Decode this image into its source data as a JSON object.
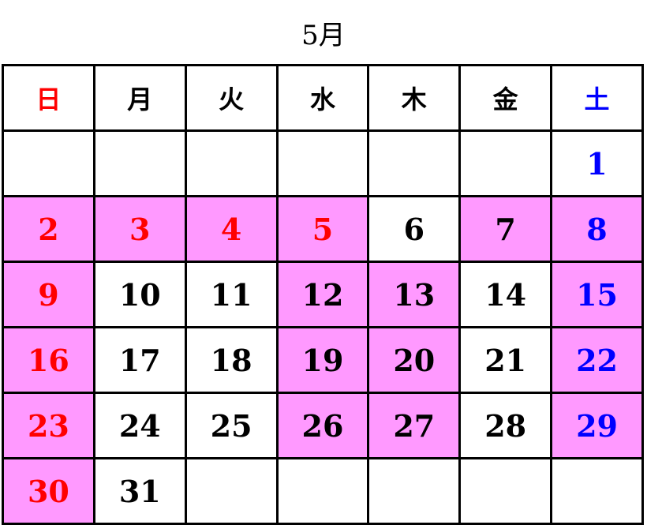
{
  "title": "5月",
  "colors": {
    "holiday_bg": "#ff99ff",
    "sunday": "#ff0000",
    "saturday": "#0000ff",
    "weekday": "#000000"
  },
  "weekdays": [
    {
      "label": "日",
      "color": "red"
    },
    {
      "label": "月",
      "color": "black"
    },
    {
      "label": "火",
      "color": "black"
    },
    {
      "label": "水",
      "color": "black"
    },
    {
      "label": "木",
      "color": "black"
    },
    {
      "label": "金",
      "color": "black"
    },
    {
      "label": "土",
      "color": "blue"
    }
  ],
  "weeks": [
    [
      {
        "day": "",
        "pink": false,
        "color": "black"
      },
      {
        "day": "",
        "pink": false,
        "color": "black"
      },
      {
        "day": "",
        "pink": false,
        "color": "black"
      },
      {
        "day": "",
        "pink": false,
        "color": "black"
      },
      {
        "day": "",
        "pink": false,
        "color": "black"
      },
      {
        "day": "",
        "pink": false,
        "color": "black"
      },
      {
        "day": "1",
        "pink": false,
        "color": "blue"
      }
    ],
    [
      {
        "day": "2",
        "pink": true,
        "color": "red"
      },
      {
        "day": "3",
        "pink": true,
        "color": "red"
      },
      {
        "day": "4",
        "pink": true,
        "color": "red"
      },
      {
        "day": "5",
        "pink": true,
        "color": "red"
      },
      {
        "day": "6",
        "pink": false,
        "color": "black"
      },
      {
        "day": "7",
        "pink": true,
        "color": "black"
      },
      {
        "day": "8",
        "pink": true,
        "color": "blue"
      }
    ],
    [
      {
        "day": "9",
        "pink": true,
        "color": "red"
      },
      {
        "day": "10",
        "pink": false,
        "color": "black"
      },
      {
        "day": "11",
        "pink": false,
        "color": "black"
      },
      {
        "day": "12",
        "pink": true,
        "color": "black"
      },
      {
        "day": "13",
        "pink": true,
        "color": "black"
      },
      {
        "day": "14",
        "pink": false,
        "color": "black"
      },
      {
        "day": "15",
        "pink": true,
        "color": "blue"
      }
    ],
    [
      {
        "day": "16",
        "pink": true,
        "color": "red"
      },
      {
        "day": "17",
        "pink": false,
        "color": "black"
      },
      {
        "day": "18",
        "pink": false,
        "color": "black"
      },
      {
        "day": "19",
        "pink": true,
        "color": "black"
      },
      {
        "day": "20",
        "pink": true,
        "color": "black"
      },
      {
        "day": "21",
        "pink": false,
        "color": "black"
      },
      {
        "day": "22",
        "pink": true,
        "color": "blue"
      }
    ],
    [
      {
        "day": "23",
        "pink": true,
        "color": "red"
      },
      {
        "day": "24",
        "pink": false,
        "color": "black"
      },
      {
        "day": "25",
        "pink": false,
        "color": "black"
      },
      {
        "day": "26",
        "pink": true,
        "color": "black"
      },
      {
        "day": "27",
        "pink": true,
        "color": "black"
      },
      {
        "day": "28",
        "pink": false,
        "color": "black"
      },
      {
        "day": "29",
        "pink": true,
        "color": "blue"
      }
    ],
    [
      {
        "day": "30",
        "pink": true,
        "color": "red"
      },
      {
        "day": "31",
        "pink": false,
        "color": "black"
      },
      {
        "day": "",
        "pink": false,
        "color": "black"
      },
      {
        "day": "",
        "pink": false,
        "color": "black"
      },
      {
        "day": "",
        "pink": false,
        "color": "black"
      },
      {
        "day": "",
        "pink": false,
        "color": "black"
      },
      {
        "day": "",
        "pink": false,
        "color": "black"
      }
    ]
  ]
}
